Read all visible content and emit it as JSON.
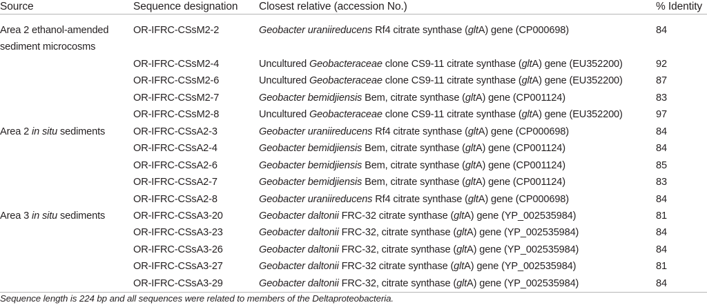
{
  "table": {
    "columns": [
      {
        "key": "source",
        "label": "Source"
      },
      {
        "key": "sequence_designation",
        "label": "Sequence designation"
      },
      {
        "key": "closest_relative",
        "label": "Closest relative (accession No.)"
      },
      {
        "key": "percent_identity",
        "label": "% Identity"
      }
    ],
    "groups": [
      {
        "source_lines": [
          "Area 2 ethanol-amended",
          "sediment microcosms"
        ],
        "source_text": "Area 2 ethanol-amended sediment microcosms",
        "source_italic_parts": [],
        "rows": [
          {
            "sequence_designation": "OR-IFRC-CSsM2-2",
            "closest_relative": "Geobacter uraniireducens Rf4 citrate synthase (gltA) gene (CP000698)",
            "relative_organism": "Geobacter uraniireducens",
            "relative_prefix": "",
            "relative_strain": " Rf4 citrate synthase (",
            "relative_gene": "glt",
            "relative_suffix": "A) gene (CP000698)",
            "percent_identity": "84"
          },
          {
            "sequence_designation": "OR-IFRC-CSsM2-4",
            "closest_relative": "Uncultured Geobacteraceae clone CS9-11 citrate synthase (gltA) gene (EU352200)",
            "relative_organism": "Geobacteraceae",
            "relative_prefix": "Uncultured ",
            "relative_strain": " clone CS9-11 citrate synthase (",
            "relative_gene": "glt",
            "relative_suffix": "A) gene (EU352200)",
            "percent_identity": "92"
          },
          {
            "sequence_designation": "OR-IFRC-CSsM2-6",
            "closest_relative": "Uncultured Geobacteraceae clone CS9-11 citrate synthase (gltA) gene (EU352200)",
            "relative_organism": "Geobacteraceae",
            "relative_prefix": "Uncultured ",
            "relative_strain": " clone CS9-11 citrate synthase (",
            "relative_gene": "glt",
            "relative_suffix": "A) gene (EU352200)",
            "percent_identity": "87"
          },
          {
            "sequence_designation": "OR-IFRC-CSsM2-7",
            "closest_relative": "Geobacter bemidjiensis Bem, citrate synthase (gltA) gene (CP001124)",
            "relative_organism": "Geobacter bemidjiensis",
            "relative_prefix": "",
            "relative_strain": " Bem, citrate synthase (",
            "relative_gene": "glt",
            "relative_suffix": "A) gene (CP001124)",
            "percent_identity": "83"
          },
          {
            "sequence_designation": "OR-IFRC-CSsM2-8",
            "closest_relative": "Uncultured Geobacteraceae clone CS9-11 citrate synthase (gltA) gene (EU352200)",
            "relative_organism": "Geobacteraceae",
            "relative_prefix": "Uncultured ",
            "relative_strain": " clone CS9-11 citrate synthase (",
            "relative_gene": "glt",
            "relative_suffix": "A) gene (EU352200)",
            "percent_identity": "97"
          }
        ]
      },
      {
        "source_lines": [
          "Area 2 in situ sediments"
        ],
        "source_text": "Area 2 in situ sediments",
        "source_prefix": "Area 2 ",
        "source_italic": "in situ",
        "source_suffix": " sediments",
        "rows": [
          {
            "sequence_designation": "OR-IFRC-CSsA2-3",
            "closest_relative": "Geobacter uraniireducens Rf4 citrate synthase (gltA) gene (CP000698)",
            "relative_organism": "Geobacter uraniireducens",
            "relative_prefix": "",
            "relative_strain": " Rf4 citrate synthase (",
            "relative_gene": "glt",
            "relative_suffix": "A) gene (CP000698)",
            "percent_identity": "84"
          },
          {
            "sequence_designation": "OR-IFRC-CSsA2-4",
            "closest_relative": "Geobacter bemidjiensis Bem, citrate synthase (gltA) gene (CP001124)",
            "relative_organism": "Geobacter bemidjiensis",
            "relative_prefix": "",
            "relative_strain": " Bem, citrate synthase (",
            "relative_gene": "glt",
            "relative_suffix": "A) gene (CP001124)",
            "percent_identity": "84"
          },
          {
            "sequence_designation": "OR-IFRC-CSsA2-6",
            "closest_relative": "Geobacter bemidjiensis Bem, citrate synthase (gltA) gene (CP001124)",
            "relative_organism": "Geobacter bemidjiensis",
            "relative_prefix": "",
            "relative_strain": " Bem, citrate synthase (",
            "relative_gene": "glt",
            "relative_suffix": "A) gene (CP001124)",
            "percent_identity": "85"
          },
          {
            "sequence_designation": "OR-IFRC-CSsA2-7",
            "closest_relative": "Geobacter bemidjiensis Bem, citrate synthase (gltA) gene (CP001124)",
            "relative_organism": "Geobacter bemidjiensis",
            "relative_prefix": "",
            "relative_strain": " Bem, citrate synthase (",
            "relative_gene": "glt",
            "relative_suffix": "A) gene (CP001124)",
            "percent_identity": "83"
          },
          {
            "sequence_designation": "OR-IFRC-CSsA2-8",
            "closest_relative": "Geobacter uraniireducens Rf4 citrate synthase (gltA) gene (CP000698)",
            "relative_organism": "Geobacter uraniireducens",
            "relative_prefix": "",
            "relative_strain": " Rf4 citrate synthase (",
            "relative_gene": "glt",
            "relative_suffix": "A) gene (CP000698)",
            "percent_identity": "84"
          }
        ]
      },
      {
        "source_lines": [
          "Area 3 in situ sediments"
        ],
        "source_text": "Area 3 in situ sediments",
        "source_prefix": "Area 3 ",
        "source_italic": "in situ",
        "source_suffix": " sediments",
        "rows": [
          {
            "sequence_designation": "OR-IFRC-CSsA3-20",
            "closest_relative": "Geobacter daltonii FRC-32 citrate synthase (gltA) gene (YP_002535984)",
            "relative_organism": "Geobacter daltonii",
            "relative_prefix": "",
            "relative_strain": " FRC-32 citrate synthase (",
            "relative_gene": "glt",
            "relative_suffix": "A) gene (YP_002535984)",
            "percent_identity": "81"
          },
          {
            "sequence_designation": "OR-IFRC-CSsA3-23",
            "closest_relative": "Geobacter daltonii FRC-32, citrate synthase (gltA) gene (YP_002535984)",
            "relative_organism": "Geobacter daltonii",
            "relative_prefix": "",
            "relative_strain": " FRC-32, citrate synthase (",
            "relative_gene": "glt",
            "relative_suffix": "A) gene (YP_002535984)",
            "percent_identity": "84"
          },
          {
            "sequence_designation": "OR-IFRC-CSsA3-26",
            "closest_relative": "Geobacter daltonii FRC-32, citrate synthase (gltA) gene (YP_002535984)",
            "relative_organism": "Geobacter daltonii",
            "relative_prefix": "",
            "relative_strain": " FRC-32, citrate synthase (",
            "relative_gene": "glt",
            "relative_suffix": "A) gene (YP_002535984)",
            "percent_identity": "84"
          },
          {
            "sequence_designation": "OR-IFRC-CSsA3-27",
            "closest_relative": "Geobacter daltonii FRC-32 citrate synthase (gltA) gene (YP_002535984)",
            "relative_organism": "Geobacter daltonii",
            "relative_prefix": "",
            "relative_strain": " FRC-32 citrate synthase (",
            "relative_gene": "glt",
            "relative_suffix": "A) gene (YP_002535984)",
            "percent_identity": "81"
          },
          {
            "sequence_designation": "OR-IFRC-CSsA3-29",
            "closest_relative": "Geobacter daltonii FRC-32, citrate synthase (gltA) gene (YP_002535984)",
            "relative_organism": "Geobacter daltonii",
            "relative_prefix": "",
            "relative_strain": " FRC-32, citrate synthase (",
            "relative_gene": "glt",
            "relative_suffix": "A) gene (YP_002535984)",
            "percent_identity": "84"
          }
        ]
      }
    ],
    "footnote": "Sequence length is 224 bp and all sequences were related to members of the Deltaproteobacteria."
  },
  "style": {
    "rule_color": "#b5b5b5",
    "text_color": "#231f20",
    "background": "#ffffff"
  }
}
